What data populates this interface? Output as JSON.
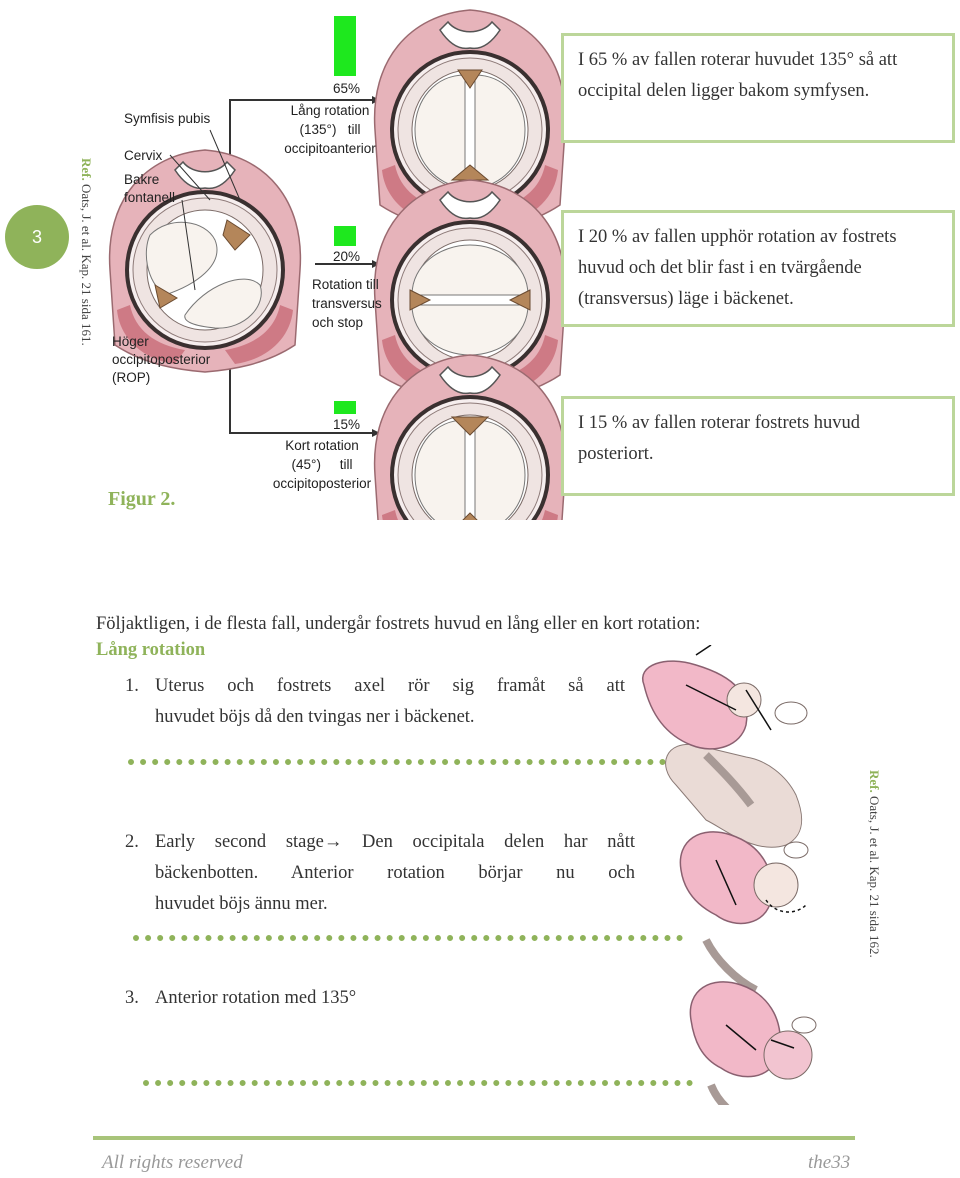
{
  "page_number": "3",
  "ref_left": {
    "bold": "Ref.",
    "rest": " Oats, J. et al. Kap. 21 sida 161."
  },
  "ref_right": {
    "bold": "Ref.",
    "rest": " Oats, J. et al. Kap. 21 sida 162."
  },
  "figure": {
    "labels": {
      "symfisis": "Symfisis pubis",
      "cervix": "Cervix",
      "bakre1": "Bakre",
      "bakre2": "fontanell",
      "hoger1": "Höger",
      "hoger2": "occipitoposterior",
      "hoger3": "(ROP)",
      "p65": "65%",
      "lang1": "Lång rotation",
      "lang2": "(135°)   till",
      "lang3": "occipitoanterior",
      "p20": "20%",
      "rot1": "Rotation till",
      "rot2": "transversus",
      "rot3": "och stop",
      "p15": "15%",
      "kort1": "Kort rotation",
      "kort2": "(45°)     till",
      "kort3": "occipitoposterior"
    },
    "caption": "Figur 2."
  },
  "boxes": [
    "I 65 % av fallen roterar huvudet 135° så att occipital delen ligger bakom symfysen.",
    "I 20 % av fallen upphör rotation av fostrets huvud och det blir fast i en tvärgående (transversus) läge i bäckenet.",
    "I 15 % av fallen roterar fostrets huvud posteriort."
  ],
  "intro": "Följaktligen, i de flesta fall, undergår fostrets huvud en lång eller en kort rotation:",
  "heading": "Lång rotation",
  "steps": {
    "s1_num": "1.",
    "s1_line1": "Uterus och fostrets axel rör sig framåt så att",
    "s1_line2": "huvudet böjs då den tvingas ner i bäckenet.",
    "s2_num": "2.",
    "s2_line1a": "Early second stage",
    "s2_arrow": "→",
    "s2_line1b": " Den occipitala delen har nått",
    "s2_line2": "bäckenbotten. Anterior rotation börjar nu och",
    "s2_line3": "huvudet böjs ännu mer.",
    "s3_num": "3.",
    "s3_text": "Anterior rotation med 135°"
  },
  "footer": {
    "left": "All rights reserved",
    "right": "the33"
  },
  "colors": {
    "accent_green": "#8fb35a",
    "box_border": "#bcd69a",
    "bar_green": "#1ee81e",
    "tissue_pink": "#e8a4ac"
  }
}
